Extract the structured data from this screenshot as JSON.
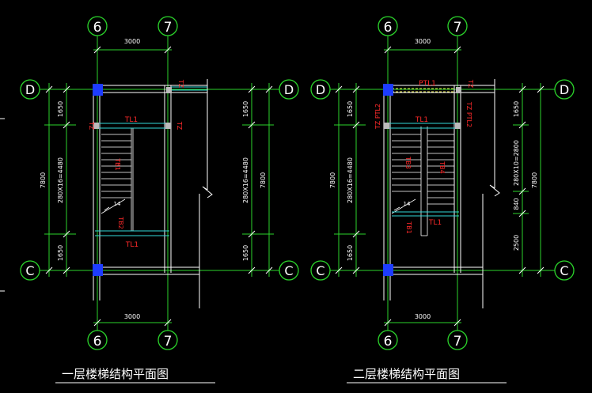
{
  "left_plan": {
    "title": "一层楼梯结构平面图",
    "axis_top_left": "6",
    "axis_top_right": "7",
    "axis_bottom_left": "6",
    "axis_bottom_right": "7",
    "axis_row_top_left": "D",
    "axis_row_top_right": "D",
    "axis_row_bottom_left": "C",
    "axis_row_bottom_right": "C",
    "dim_top": "3000",
    "dim_bottom": "3000",
    "dim_left_total": "7800",
    "dim_left_top": "1650",
    "dim_left_mid": "280X16=4480",
    "dim_left_bot": "1650",
    "dim_right_total": "7800",
    "dim_right_top": "1650",
    "dim_right_mid": "280X16=4480",
    "dim_right_bot": "1650",
    "beam_tl1_top": "TL1",
    "beam_tl1_bot": "TL1",
    "tz_left": "TZ",
    "tz_right": "TZ",
    "tz_corner": "TZ",
    "tb1": "TB1",
    "tb2": "TB2",
    "stair_no": "14"
  },
  "right_plan": {
    "title": "二层楼梯结构平面图",
    "axis_top_left": "6",
    "axis_top_right": "7",
    "axis_bottom_left": "6",
    "axis_bottom_right": "7",
    "axis_row_top_left": "D",
    "axis_row_top_right": "D",
    "axis_row_bottom_left": "C",
    "axis_row_bottom_right": "C",
    "dim_top": "3000",
    "dim_bottom": "3000",
    "dim_left_total": "7800",
    "dim_left_top": "1650",
    "dim_left_mid": "280X16=4480",
    "dim_left_bot": "1650",
    "dim_right_total": "7800",
    "dim_right_top": "1650",
    "dim_right_mid": "280X10=2800",
    "dim_right_mid2": "840",
    "dim_right_bot": "2500",
    "ptl1": "PTL1",
    "beam_tl1_top": "TL1",
    "beam_tl1_bot": "TL1",
    "tz_ptl2_left": "TZ PTL2",
    "tz_ptl2_right": "TZ PTL2",
    "tz_corner": "TZ",
    "tb3": "TB3",
    "tb4": "TB4",
    "tb1": "TB1",
    "stair_no": "14"
  }
}
